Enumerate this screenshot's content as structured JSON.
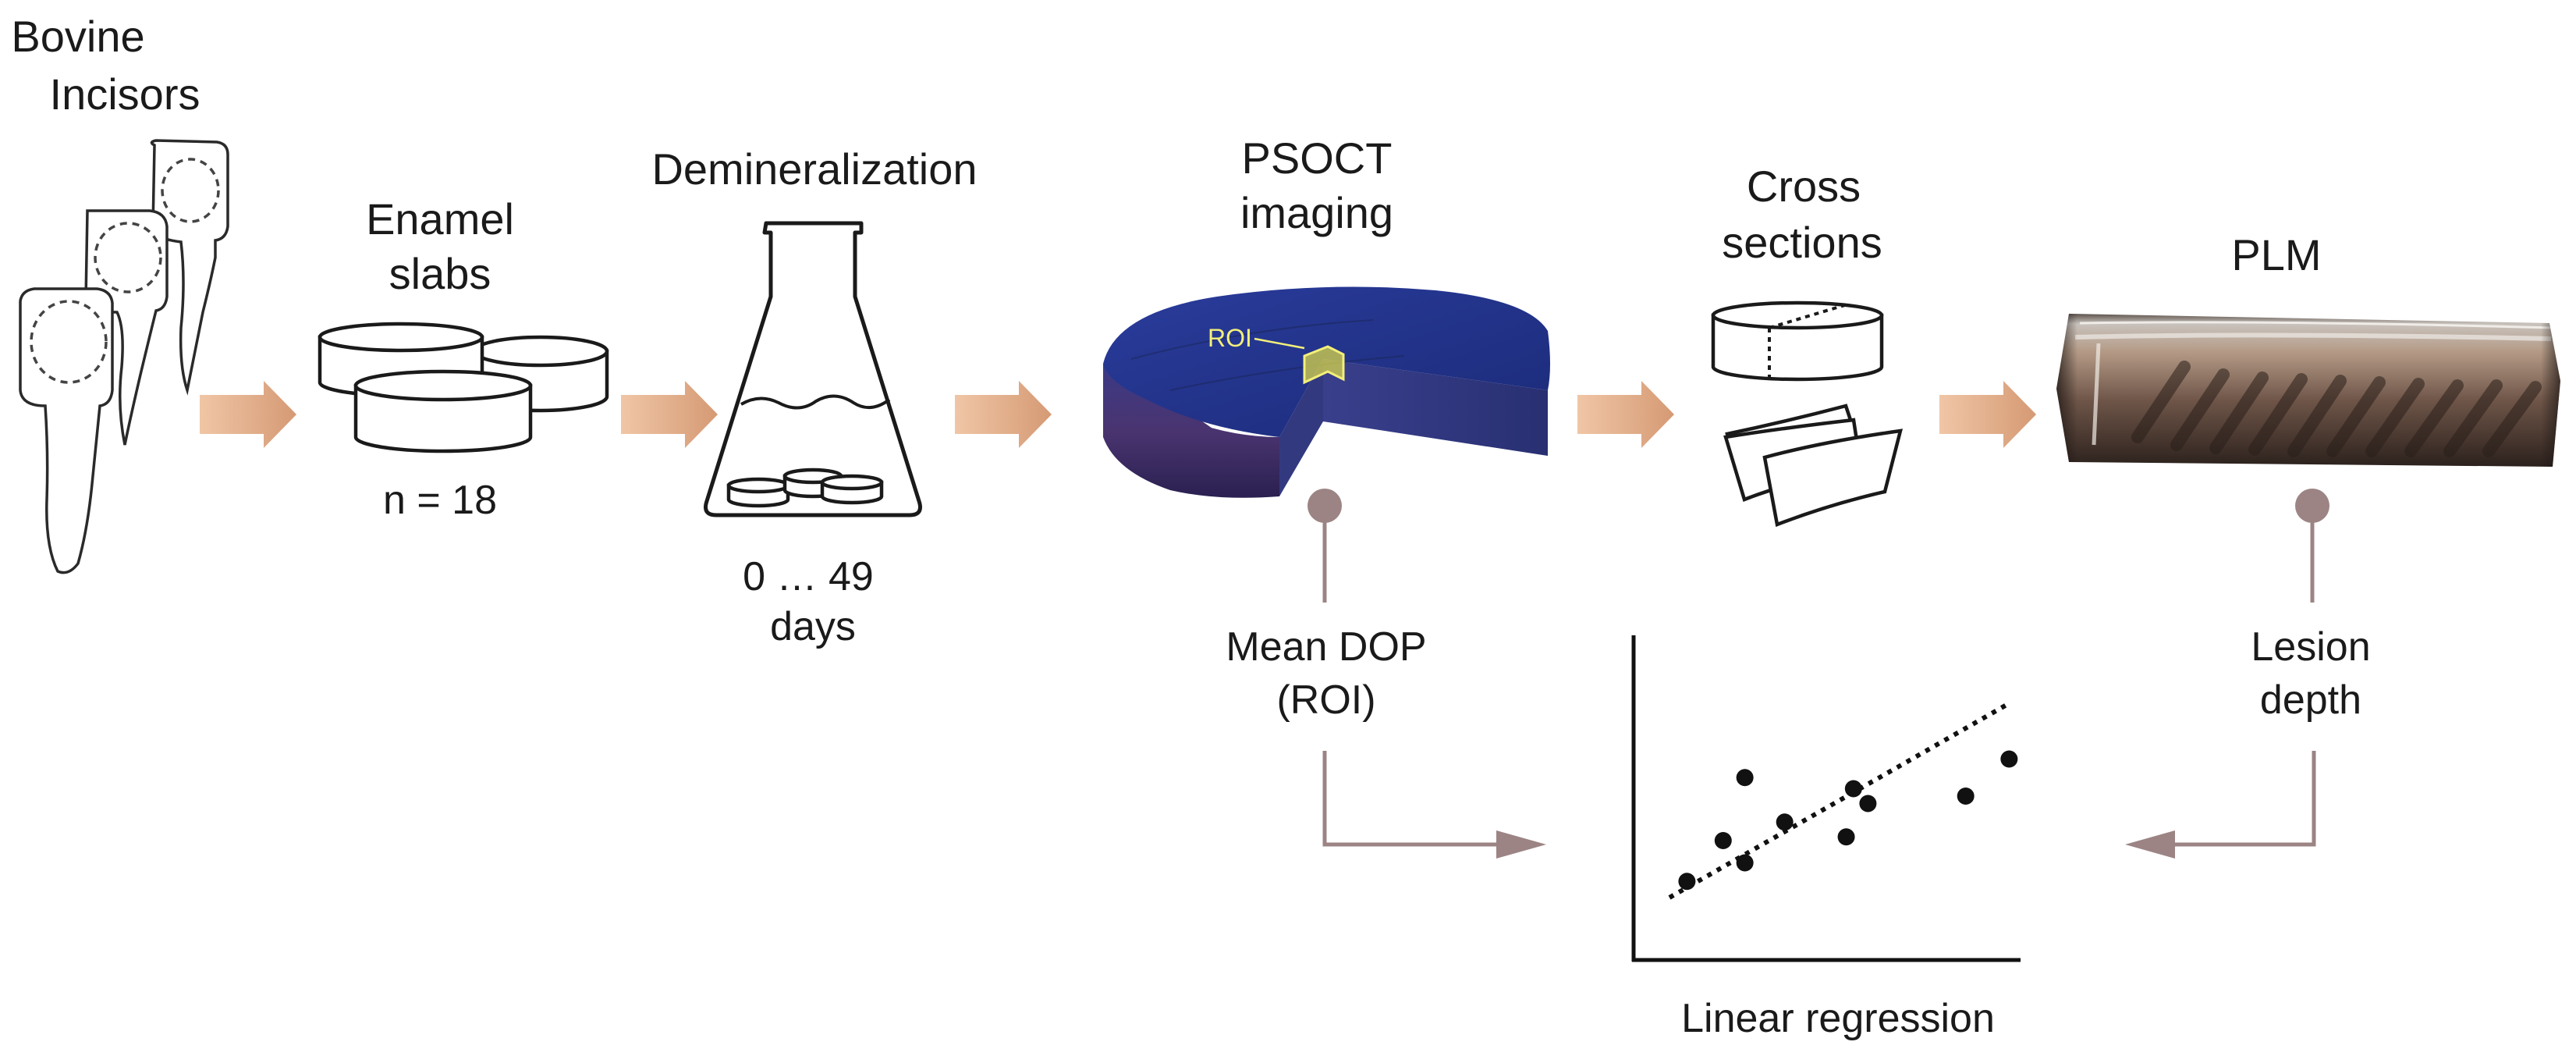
{
  "steps": {
    "incisors": {
      "line1": "Bovine",
      "line2": "Incisors"
    },
    "slabs": {
      "line1": "Enamel",
      "line2": "slabs",
      "count": "n = 18"
    },
    "demineralization": {
      "title": "Demineralization",
      "range": "0 … 49",
      "unit": "days"
    },
    "psoct": {
      "line1": "PSOCT",
      "line2": "imaging",
      "roi": "ROI"
    },
    "cross": {
      "line1": "Cross",
      "line2": "sections"
    },
    "plm": {
      "title": "PLM"
    }
  },
  "measures": {
    "dop": {
      "line1": "Mean DOP",
      "line2": "(ROI)"
    },
    "lesion": {
      "line1": "Lesion",
      "line2": "depth"
    }
  },
  "chart_data": {
    "type": "scatter",
    "title": "",
    "xlabel": "Linear regression",
    "ylabel": "",
    "xlim": [
      0,
      10
    ],
    "ylim": [
      0,
      8
    ],
    "grid": false,
    "trendline": "dotted linear fit",
    "points": [
      {
        "x": 1.0,
        "y": 1.7
      },
      {
        "x": 2.0,
        "y": 2.8
      },
      {
        "x": 2.6,
        "y": 4.5
      },
      {
        "x": 2.6,
        "y": 2.2
      },
      {
        "x": 3.7,
        "y": 3.3
      },
      {
        "x": 5.6,
        "y": 4.2
      },
      {
        "x": 5.4,
        "y": 2.9
      },
      {
        "x": 6.0,
        "y": 3.8
      },
      {
        "x": 8.7,
        "y": 4.0
      },
      {
        "x": 9.9,
        "y": 5.0
      }
    ]
  },
  "colors": {
    "flow_arrow": "#e8b896",
    "connector": "#9c8484",
    "psoct_sample": "#243591",
    "roi": "#f2ef7a"
  }
}
